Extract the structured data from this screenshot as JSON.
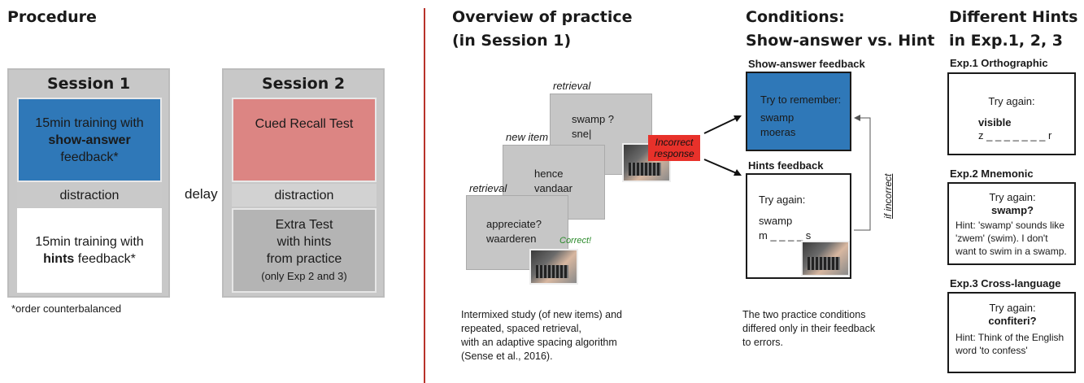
{
  "procedure": {
    "heading": "Procedure",
    "session1": {
      "title": "Session 1",
      "block1_line1": "15min training with",
      "block1_bold": "show-answer",
      "block1_line3": "feedback*",
      "distraction": "distraction",
      "block2_line1": "15min training with",
      "block2_bold": "hints",
      "block2_rest": " feedback*"
    },
    "delay": "delay",
    "session2": {
      "title": "Session 2",
      "cued_recall": "Cued Recall Test",
      "distraction": "distraction",
      "extra_line1": "Extra Test",
      "extra_line2": "with hints",
      "extra_line3": "from practice",
      "extra_note": "(only Exp 2 and 3)"
    },
    "footnote": "*order counterbalanced"
  },
  "overview": {
    "heading_line1": "Overview of practice",
    "heading_line2": "(in Session 1)",
    "card_retrieval_top": {
      "label": "retrieval",
      "line1": "swamp ?",
      "line2": "sne|"
    },
    "card_new_item": {
      "label": "new item",
      "line1": "hence",
      "line2": "vandaar"
    },
    "card_retrieval_bottom": {
      "label": "retrieval",
      "line1": "appreciate?",
      "line2": "waarderen"
    },
    "incorrect_line1": "Incorrect",
    "incorrect_line2": "response",
    "correct": "Correct!",
    "description": [
      "Intermixed study (of new items) and",
      "repeated, spaced retrieval,",
      "with an adaptive spacing algorithm",
      "(Sense et al., 2016)."
    ]
  },
  "conditions": {
    "heading_line1": "Conditions:",
    "heading_line2": "Show-answer vs. Hint",
    "show_answer_label": "Show-answer feedback",
    "show_answer_line1": "Try to remember:",
    "show_answer_line2": "swamp",
    "show_answer_line3": "moeras",
    "hints_label": "Hints feedback",
    "hints_line1": "Try again:",
    "hints_line2": "swamp",
    "hints_line3": "m _ _ _ _ s",
    "if_incorrect": "if incorrect",
    "description": [
      "The two practice conditions",
      "differed only in their feedback",
      "to errors."
    ]
  },
  "hints": {
    "heading_line1": "Different Hints",
    "heading_line2": "in Exp.1, 2, 3",
    "exp1": {
      "title": "Exp.1 Orthographic",
      "line1": "Try again:",
      "bold": "visible",
      "line3": "z _ _ _ _ _ _ _ r"
    },
    "exp2": {
      "title": "Exp.2 Mnemonic",
      "line1": "Try again:",
      "bold": "swamp?",
      "hint": "Hint: 'swamp' sounds like 'zwem' (swim). I don't want to swim in a swamp."
    },
    "exp3": {
      "title": "Exp.3 Cross-language",
      "line1": "Try again:",
      "bold": "confiteri?",
      "hint": "Hint: Think of the English word 'to confess'"
    }
  },
  "colors": {
    "blue": "#2f78b8",
    "red_block": "#dc8583",
    "incorrect_red": "#e8312a",
    "correct_green": "#2a8a2a",
    "divider": "#b8322a"
  }
}
